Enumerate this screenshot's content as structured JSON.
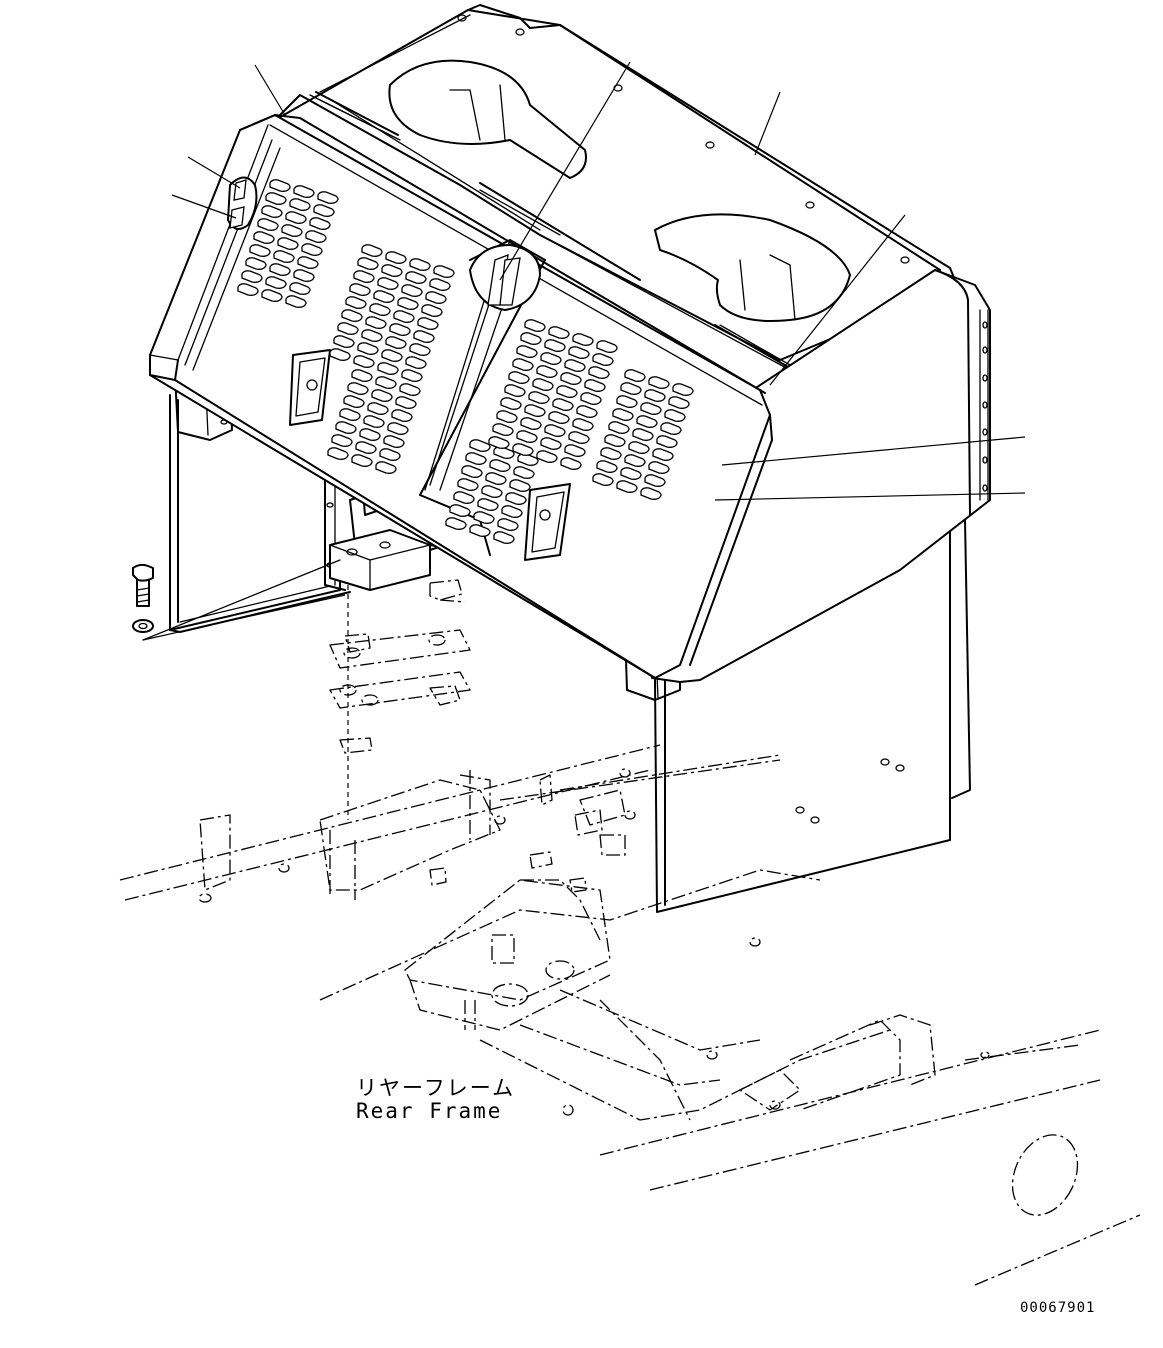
{
  "labels": {
    "frame_jp": "リヤーフレーム",
    "frame_en": "Rear Frame"
  },
  "drawing_number": "00067901"
}
